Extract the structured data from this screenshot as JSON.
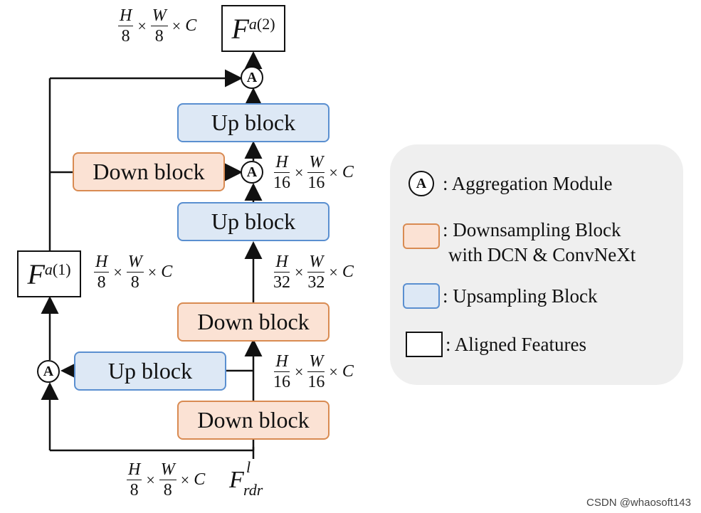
{
  "blocks": {
    "up_top": "Up block",
    "down_left": "Down block",
    "up_mid": "Up block",
    "down_mid": "Down block",
    "up_left": "Up block",
    "down_bottom": "Down block"
  },
  "aggregation_symbol": "A",
  "features": {
    "f2_base": "F",
    "f2_sup": "a",
    "f2_idx": "(2)",
    "f1_base": "F",
    "f1_sup": "a",
    "f1_idx": "(1)",
    "frdr_base": "F",
    "frdr_sup": "l",
    "frdr_sub": "rdr"
  },
  "dims": {
    "top": {
      "h_num": "H",
      "h_den": "8",
      "w_num": "W",
      "w_den": "8",
      "c": "C"
    },
    "f1": {
      "h_num": "H",
      "h_den": "8",
      "w_num": "W",
      "w_den": "8",
      "c": "C"
    },
    "mid16_upper": {
      "h_num": "H",
      "h_den": "16",
      "w_num": "W",
      "w_den": "16",
      "c": "C"
    },
    "mid32": {
      "h_num": "H",
      "h_den": "32",
      "w_num": "W",
      "w_den": "32",
      "c": "C"
    },
    "mid16_lower": {
      "h_num": "H",
      "h_den": "16",
      "w_num": "W",
      "w_den": "16",
      "c": "C"
    },
    "bottom": {
      "h_num": "H",
      "h_den": "8",
      "w_num": "W",
      "w_den": "8",
      "c": "C"
    },
    "times": "×"
  },
  "legend": {
    "aggregation": ": Aggregation Module",
    "downsampling_line1": ": Downsampling Block",
    "downsampling_line2": "with DCN & ConvNeXt",
    "upsampling": ": Upsampling Block",
    "aligned": ": Aligned Features",
    "colors": {
      "down_fill": "#fbe2d4",
      "down_border": "#d98b52",
      "up_fill": "#dde8f5",
      "up_border": "#5a8fd0",
      "legend_bg": "#efefef"
    }
  },
  "watermark": "CSDN @whaosoft143"
}
